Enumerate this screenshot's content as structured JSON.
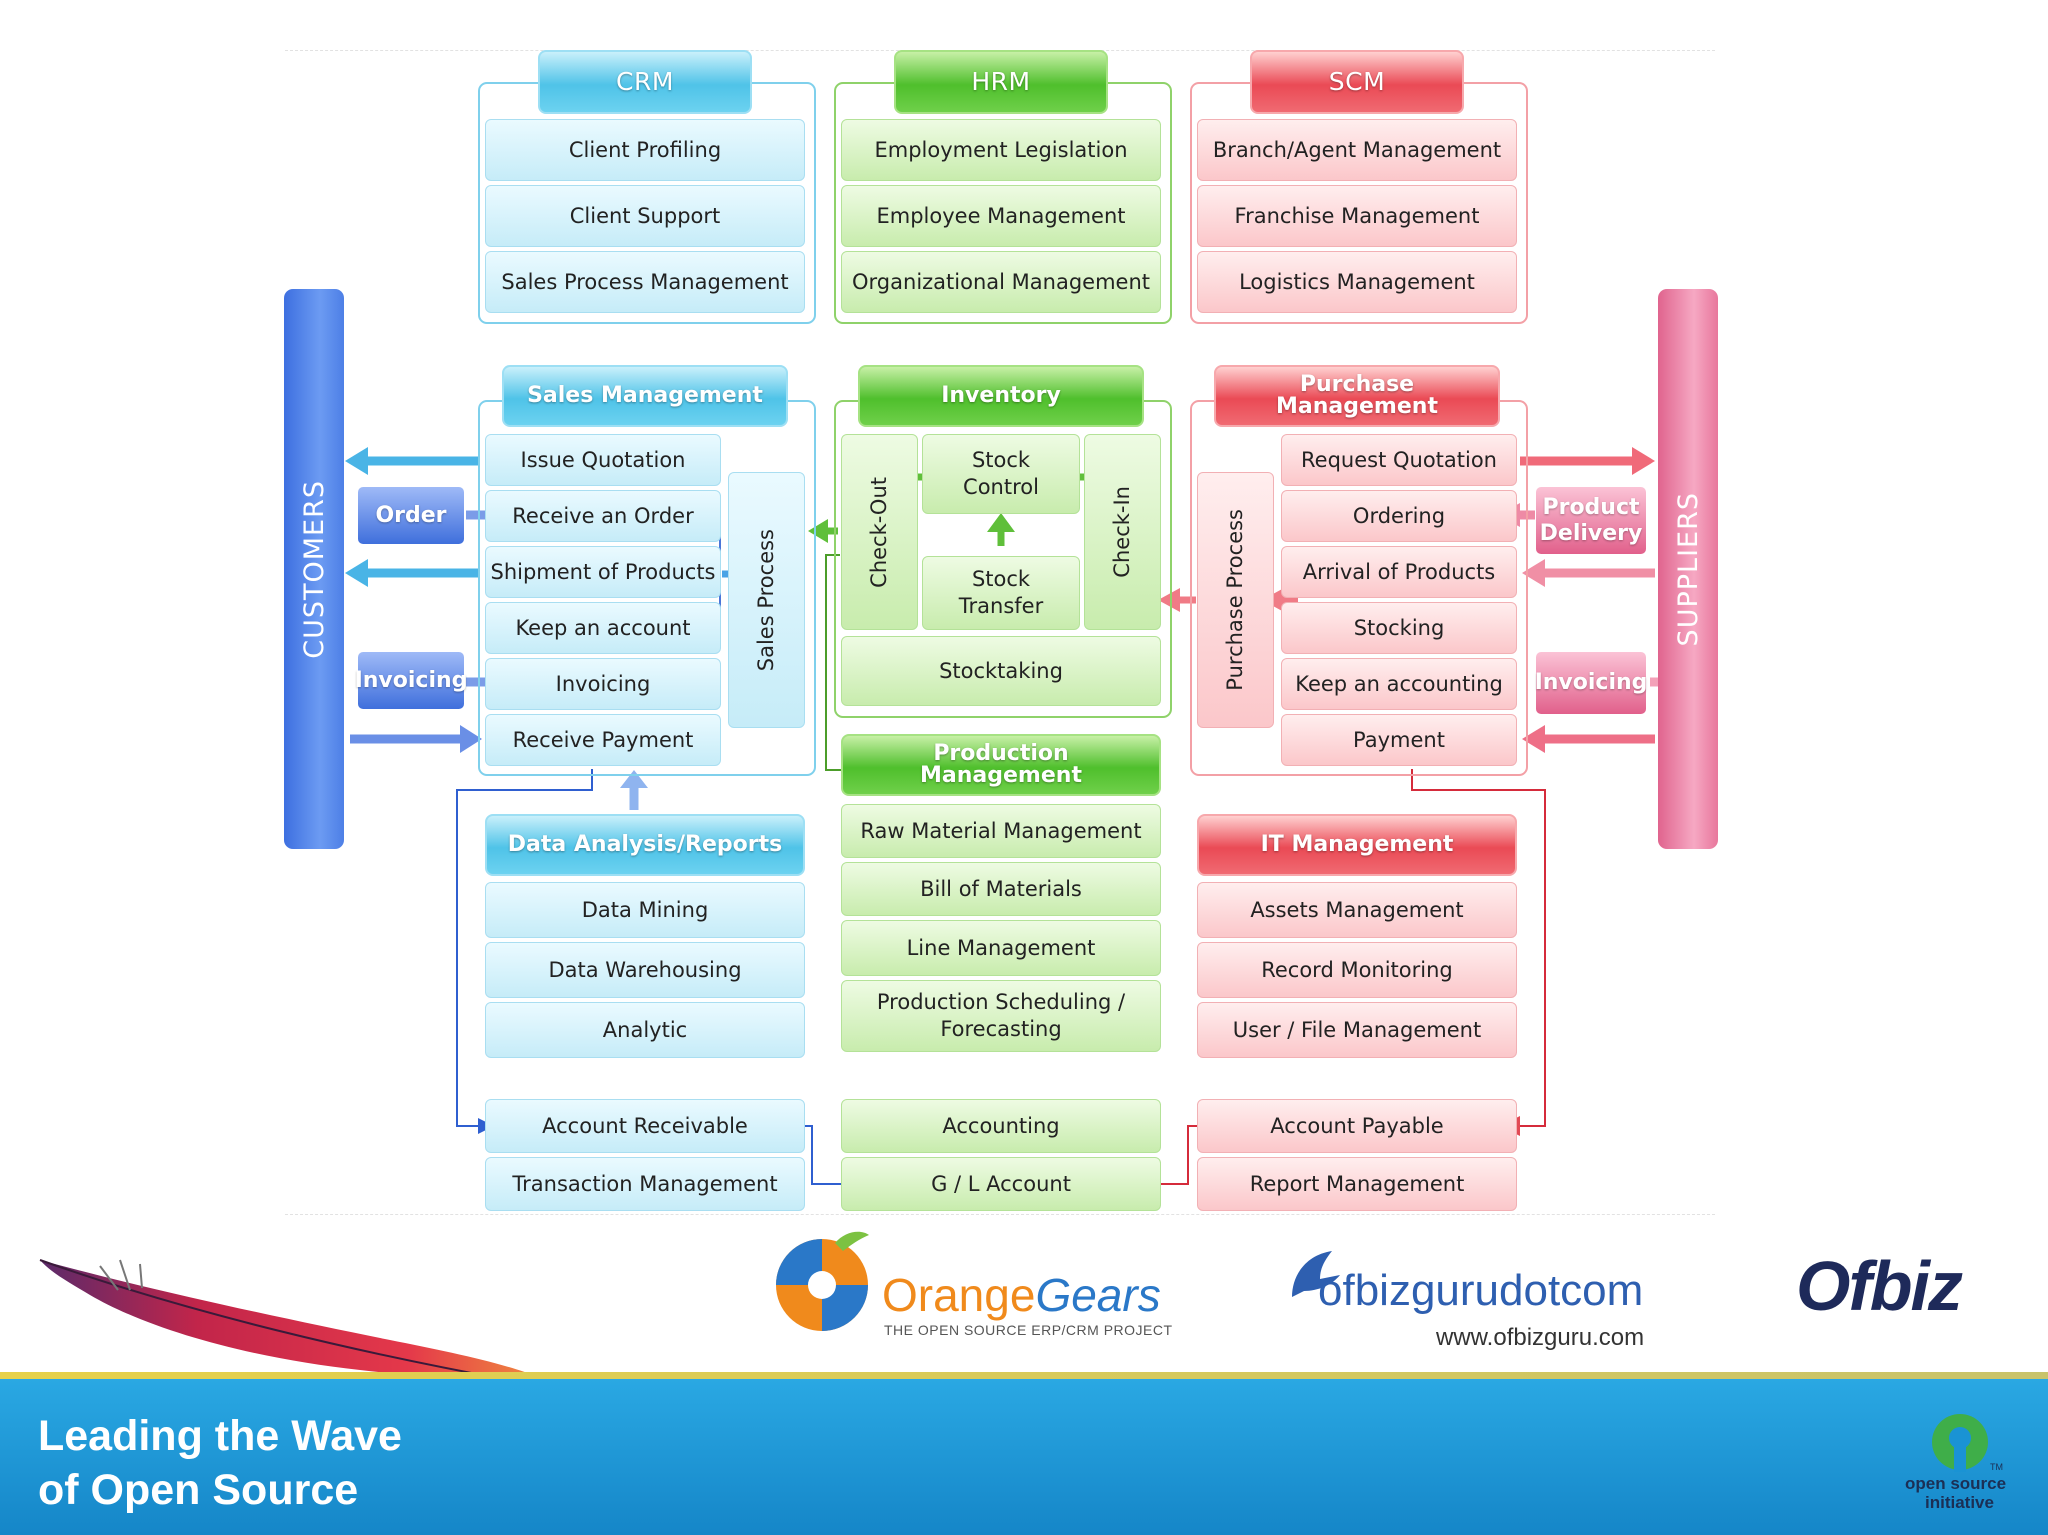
{
  "modules": {
    "crm": {
      "title": "CRM",
      "items": [
        "Client Profiling",
        "Client Support",
        "Sales Process Management"
      ]
    },
    "hrm": {
      "title": "HRM",
      "items": [
        "Employment Legislation",
        "Employee Management",
        "Organizational Management"
      ]
    },
    "scm": {
      "title": "SCM",
      "items": [
        "Branch/Agent Management",
        "Franchise Management",
        "Logistics Management"
      ]
    },
    "sales": {
      "title": "Sales Management",
      "items": [
        "Issue Quotation",
        "Receive an Order",
        "Shipment of Products",
        "Keep an account",
        "Invoicing",
        "Receive Payment"
      ],
      "process": "Sales Process"
    },
    "inventory": {
      "title": "Inventory",
      "check_out": "Check-Out",
      "check_in": "Check-In",
      "stock_control": "Stock Control",
      "stock_transfer": "Stock Transfer",
      "stocktaking": "Stocktaking"
    },
    "purchase": {
      "title": "Purchase Management",
      "items": [
        "Request Quotation",
        "Ordering",
        "Arrival of Products",
        "Stocking",
        "Keep an accounting",
        "Payment"
      ],
      "process": "Purchase Process"
    },
    "data_analysis": {
      "title": "Data Analysis/Reports",
      "items": [
        "Data Mining",
        "Data Warehousing",
        "Analytic"
      ]
    },
    "production": {
      "title": "Production Management",
      "items": [
        "Raw Material Management",
        "Bill of Materials",
        "Line Management",
        "Production Scheduling / Forecasting"
      ]
    },
    "it": {
      "title": "IT Management",
      "items": [
        "Assets Management",
        "Record Monitoring",
        "User / File Management"
      ]
    },
    "accounts": {
      "receivable": "Account Receivable",
      "transaction": "Transaction Management",
      "accounting": "Accounting",
      "gl": "G / L Account",
      "payable": "Account Payable",
      "report": "Report Management"
    }
  },
  "sides": {
    "customers": "CUSTOMERS",
    "suppliers": "SUPPLIERS",
    "order": "Order",
    "invoicing_left": "Invoicing",
    "product_delivery": "Product Delivery",
    "invoicing_right": "Invoicing"
  },
  "logos": {
    "orange_gears_1": "Orange",
    "orange_gears_2": "Gears",
    "orange_gears_sub": "THE OPEN SOURCE ERP/CRM PROJECT",
    "ofbizguru": "ofbizgurudotcom",
    "ofbizguru_url": "www.ofbizguru.com",
    "ofbiz": "Ofbiz",
    "osi_1": "open source",
    "osi_2": "initiative",
    "osi_tm": "TM"
  },
  "footer": {
    "line1": "Leading the Wave",
    "line2": "of Open Source"
  },
  "colors": {
    "blue": "#4fc3e8",
    "green": "#4fbf2c",
    "red": "#ea4a55",
    "customers": "#3d6fe0",
    "suppliers": "#e0648e",
    "footer": "#1a93d4"
  }
}
